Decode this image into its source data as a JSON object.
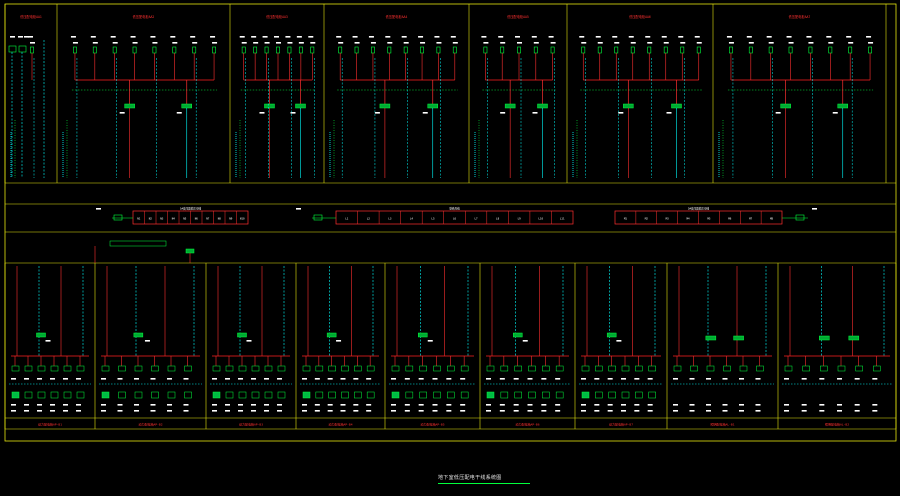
{
  "drawing": {
    "title": "地下室低压配电干线系统图",
    "colors": {
      "background": "#000000",
      "frame": "#e6e60f",
      "bus": "#ff2020",
      "feeder": "#ff3030",
      "cable": "#00ffff",
      "breaker": "#00ff3c",
      "text": "#ffffff",
      "label": "#ff3030"
    }
  },
  "upper_panels": [
    {
      "name": "低压配电柜AA1",
      "feeders": 1
    },
    {
      "name": "低压配电柜AA2",
      "feeders": 8
    },
    {
      "name": "低压配电柜AA3",
      "feeders": 7
    },
    {
      "name": "低压配电柜AA4",
      "feeders": 8
    },
    {
      "name": "低压配电柜AA5",
      "feeders": 5
    },
    {
      "name": "低压配电柜AA6",
      "feeders": 8
    },
    {
      "name": "低压配电柜AA7",
      "feeders": 8
    }
  ],
  "bus_sections": [
    {
      "name": "1#变压器低压母线",
      "cells": [
        "N1",
        "N2",
        "N3",
        "N4",
        "N5",
        "N6",
        "N7",
        "N8",
        "N9",
        "N10"
      ]
    },
    {
      "name": "联络母线",
      "cells": [
        "L1",
        "L2",
        "L3",
        "L4",
        "L5",
        "L6",
        "L7",
        "L8",
        "L9",
        "L10",
        "L11"
      ]
    },
    {
      "name": "2#变压器低压母线",
      "cells": [
        "M1",
        "M2",
        "M3",
        "M4",
        "M5",
        "M6",
        "M7",
        "M8"
      ]
    }
  ],
  "lower_panels": [
    {
      "name": "动力配电箱AP-B1"
    },
    {
      "name": "动力配电箱AP-B2"
    },
    {
      "name": "动力配电箱AP-B3"
    },
    {
      "name": "动力配电箱AP-B4"
    },
    {
      "name": "动力配电箱AP-B5"
    },
    {
      "name": "动力配电箱AP-B6"
    },
    {
      "name": "动力配电箱AP-B7"
    },
    {
      "name": "照明配电箱AL-B1"
    },
    {
      "name": "照明配电箱AL-B2"
    }
  ]
}
